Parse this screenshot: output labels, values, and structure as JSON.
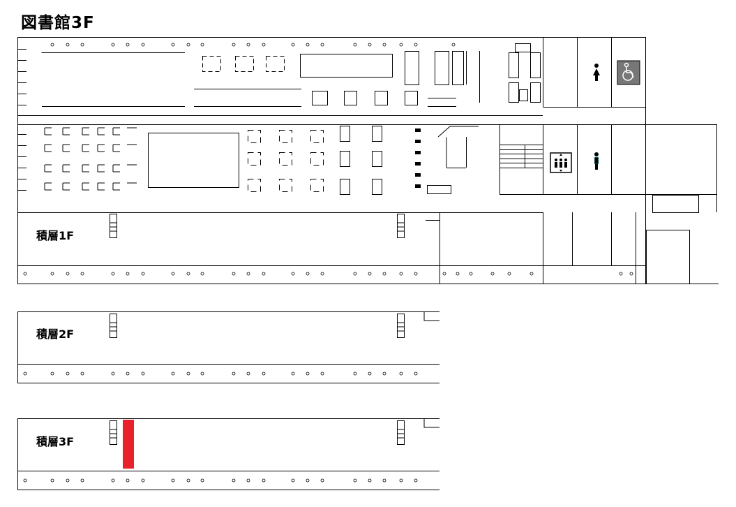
{
  "title": "図書館3F",
  "stacks": [
    {
      "label": "積層1F"
    },
    {
      "label": "積層2F"
    },
    {
      "label": "積層3F",
      "highlight": true
    }
  ],
  "colors": {
    "highlight": "#e8212a",
    "wheelchair_bg": "#777777",
    "line": "#000000"
  },
  "icons": [
    "female-restroom-icon",
    "wheelchair-restroom-icon",
    "elevator-icon",
    "male-restroom-icon",
    "computer-icon",
    "stairs-icon"
  ]
}
